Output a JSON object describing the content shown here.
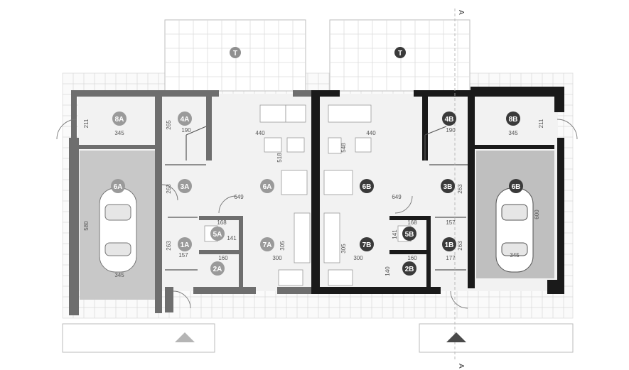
{
  "colors": {
    "left_wall": "#6e6e6e",
    "right_wall": "#1a1a1a",
    "garage_fill": "#c8c8c8",
    "floor_fill": "#eeeeee",
    "badge_left": "#9a9a9a",
    "badge_right": "#3a3a3a",
    "grid": "#d6d6d6"
  },
  "section_marks": {
    "top": "A",
    "bottom": "A"
  },
  "terrace_labels": [
    "T",
    "T"
  ],
  "rooms_left": [
    "8A",
    "4A",
    "6A",
    "3A",
    "6A",
    "1A",
    "5A",
    "7A",
    "2A"
  ],
  "rooms_right": [
    "6B",
    "4B",
    "8B",
    "6B",
    "3B",
    "5B",
    "7B",
    "1B",
    "2B"
  ],
  "dims_left": [
    "345",
    "211",
    "190",
    "265",
    "440",
    "518",
    "263",
    "649",
    "580",
    "345",
    "263",
    "157",
    "168",
    "141",
    "305",
    "300",
    "160"
  ],
  "dims_right": [
    "440",
    "548",
    "190",
    "211",
    "345",
    "649",
    "263",
    "600",
    "168",
    "141",
    "157",
    "263",
    "177",
    "345",
    "305",
    "300",
    "160",
    "140"
  ]
}
